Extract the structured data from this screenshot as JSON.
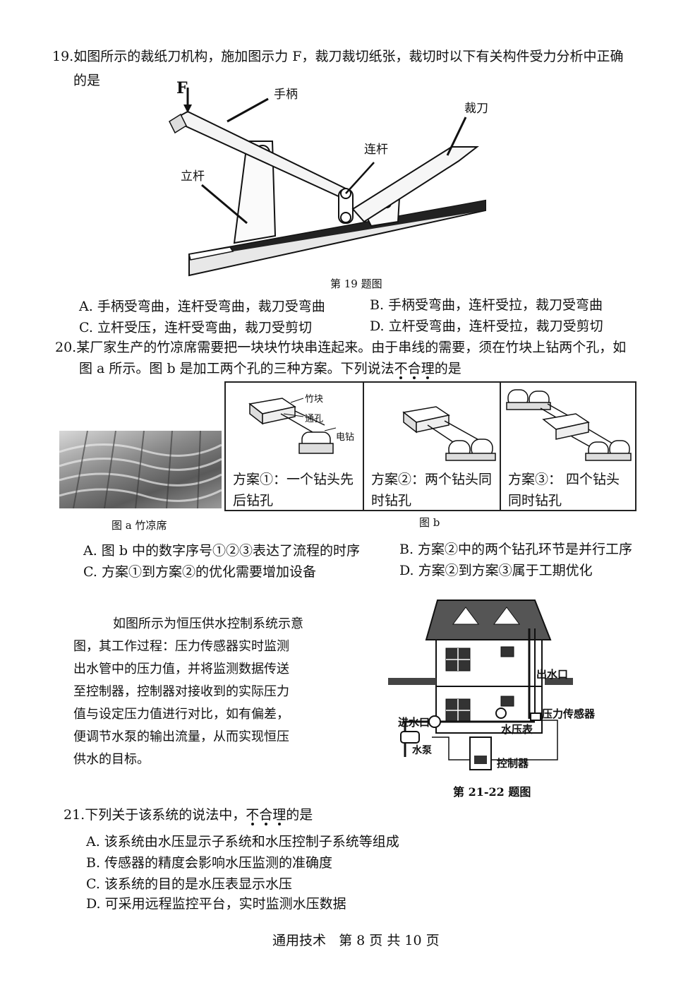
{
  "q19": {
    "number": "19.",
    "stem_line1": "如图所示的裁纸刀机构，施加图示力 F，裁刀裁切纸张，裁切时以下有关构件受力分析中正确",
    "stem_line2": "的是",
    "labels": {
      "force": "F",
      "handle": "手柄",
      "blade": "裁刀",
      "link": "连杆",
      "post": "立杆"
    },
    "caption": "第 19 题图",
    "options": {
      "A": "A. 手柄受弯曲，连杆受弯曲，裁刀受弯曲",
      "B": "B. 手柄受弯曲，连杆受拉，裁刀受弯曲",
      "C": "C. 立杆受压，连杆受弯曲，裁刀受剪切",
      "D": "D. 立杆受弯曲，连杆受拉，裁刀受剪切"
    }
  },
  "q20": {
    "number": "20.",
    "stem_line1": "某厂家生产的竹凉席需要把一块块竹块串连起来。由于串线的需要，须在竹块上钻两个孔，如",
    "stem_line2_pre": "图 a 所示。图 b 是加工两个孔的三种方案。下列说法",
    "stem_line2_c1": "不",
    "stem_line2_c2": "合",
    "stem_line2_c3": "理",
    "stem_line2_post": "的是",
    "fig_a_caption": "图 a 竹凉席",
    "fig_b_caption": "图 b",
    "diagram_labels": {
      "block": "竹块",
      "hole": "通孔",
      "drill": "电钻"
    },
    "plans": [
      {
        "line1": "方案①：一个钻头先",
        "line2": "后钻孔"
      },
      {
        "line1": "方案②：两个钻头同",
        "line2": "时钻孔"
      },
      {
        "line1": "方案③：  四个钻头",
        "line2": "同时钻孔"
      }
    ],
    "options": {
      "A": "A. 图 b 中的数字序号①②③表达了流程的时序",
      "B": "B. 方案②中的两个钻孔环节是并行工序",
      "C": "C. 方案①到方案②的优化需要增加设备",
      "D": "D. 方案②到方案③属于工期优化"
    }
  },
  "passage": {
    "lines": [
      "如图所示为恒压供水控制系统示意",
      "图，其工作过程：压力传感器实时监测",
      "出水管中的压力值，并将监测数据传送",
      "至控制器，控制器对接收到的实际压力",
      "值与设定压力值进行对比，如有偏差，",
      "便调节水泵的输出流量，从而实现恒压",
      "供水的目标。"
    ]
  },
  "house_fig": {
    "labels": {
      "outlet": "出水口",
      "sensor": "压力传感器",
      "inlet": "进水口",
      "gauge": "水压表",
      "pump": "水泵",
      "controller": "控制器"
    },
    "caption": "第 21-22 题图"
  },
  "q21": {
    "number": "21.",
    "stem_pre": "下列关于该系统的说法中，",
    "stem_c1": "不",
    "stem_c2": "合",
    "stem_c3": "理",
    "stem_post": "的是",
    "options": {
      "A": "A. 该系统由水压显示子系统和水压控制子系统等组成",
      "B": "B. 传感器的精度会影响水压监测的准确度",
      "C": "C. 该系统的目的是水压表显示水压",
      "D": "D. 可采用远程监控平台，实时监测水压数据"
    }
  },
  "footer": {
    "text": "通用技术   第 8 页 共 10 页"
  }
}
